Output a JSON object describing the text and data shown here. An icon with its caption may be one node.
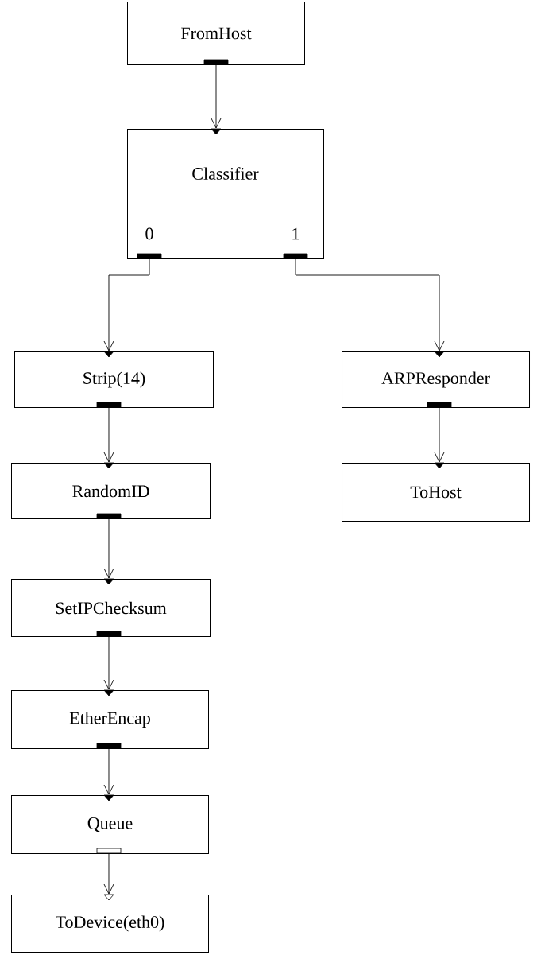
{
  "diagram": {
    "nodes": [
      {
        "text": [
          "FromHost"
        ]
      },
      {
        "text": [
          "Classifier",
          "0",
          "1"
        ]
      },
      {
        "text": [
          "Strip(14)"
        ]
      },
      {
        "text": [
          "ARPResponder"
        ]
      },
      {
        "text": [
          "RandomID"
        ]
      },
      {
        "text": [
          "ToHost"
        ]
      },
      {
        "text": [
          "SetIPChecksum"
        ]
      },
      {
        "text": [
          "EtherEncap"
        ]
      },
      {
        "text": [
          "Queue"
        ]
      },
      {
        "text": [
          "ToDevice(eth0)"
        ]
      }
    ],
    "edges": [
      {
        "from": 0,
        "to": 1,
        "arrow": "to"
      },
      {
        "from": 1,
        "to": 2,
        "arrow": "to"
      },
      {
        "from": 1,
        "to": 3,
        "arrow": "to"
      },
      {
        "from": 2,
        "to": 4,
        "arrow": "to"
      },
      {
        "from": 3,
        "to": 5,
        "arrow": "to"
      },
      {
        "from": 4,
        "to": 6,
        "arrow": "to"
      },
      {
        "from": 6,
        "to": 7,
        "arrow": "to"
      },
      {
        "from": 7,
        "to": 8,
        "arrow": "to"
      },
      {
        "from": 8,
        "to": 9,
        "arrow": "to"
      }
    ]
  }
}
